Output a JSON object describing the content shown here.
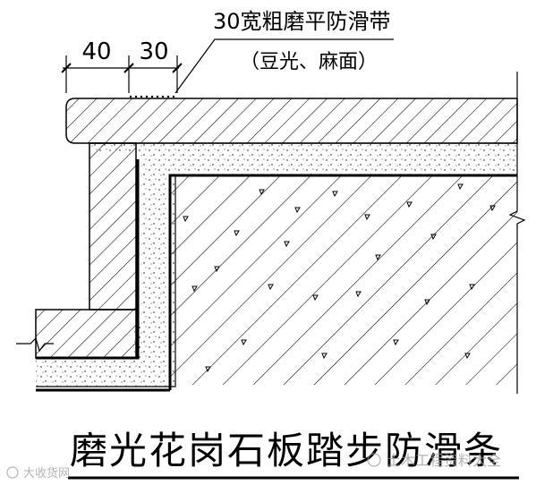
{
  "dimensions": {
    "dim_left": "40",
    "dim_right": "30"
  },
  "callout": {
    "line1": "30宽粗磨平防滑带",
    "line2": "（豆光、麻面）"
  },
  "title": "磨光花岗石板踏步防滑条",
  "watermark": {
    "left": "大收货网",
    "right": "土木工程资料大全"
  },
  "colors": {
    "ink": "#000000",
    "watermark": "#9a9a9a"
  }
}
